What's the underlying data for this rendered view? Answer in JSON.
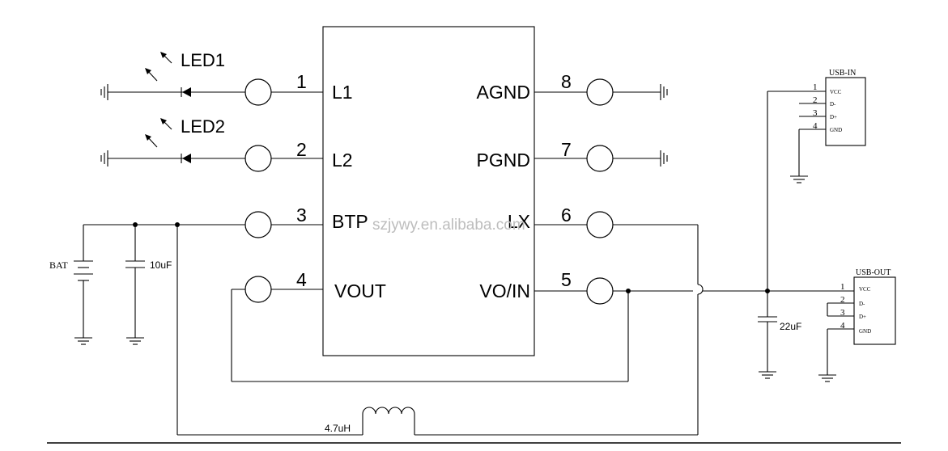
{
  "chip": {
    "pins_left": [
      {
        "num": "1",
        "label": "L1"
      },
      {
        "num": "2",
        "label": "L2"
      },
      {
        "num": "3",
        "label": "BTP"
      },
      {
        "num": "4",
        "label": "VOUT"
      }
    ],
    "pins_right": [
      {
        "num": "8",
        "label": "AGND"
      },
      {
        "num": "7",
        "label": "PGND"
      },
      {
        "num": "6",
        "label": "LX"
      },
      {
        "num": "5",
        "label": "VO/IN"
      }
    ]
  },
  "components": {
    "led1": "LED1",
    "led2": "LED2",
    "battery": "BAT",
    "cap_input": "10uF",
    "cap_output": "22uF",
    "inductor": "4.7uH"
  },
  "usb_in": {
    "title": "USB-IN",
    "pins": [
      {
        "num": "1",
        "signal": "VCC"
      },
      {
        "num": "2",
        "signal": "D-"
      },
      {
        "num": "3",
        "signal": "D+"
      },
      {
        "num": "4",
        "signal": "GND"
      }
    ]
  },
  "usb_out": {
    "title": "USB-OUT",
    "pins": [
      {
        "num": "1",
        "signal": "VCC"
      },
      {
        "num": "2",
        "signal": "D-"
      },
      {
        "num": "3",
        "signal": "D+"
      },
      {
        "num": "4",
        "signal": "GND"
      }
    ]
  },
  "watermark": "szjywy.en.alibaba.com"
}
